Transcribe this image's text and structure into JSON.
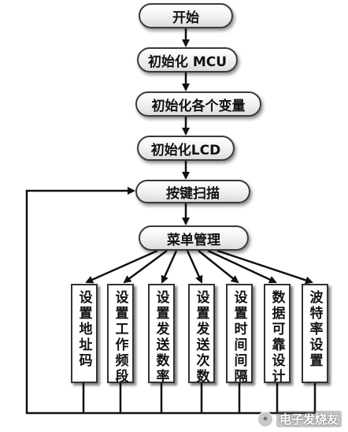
{
  "flowchart": {
    "start": "开始",
    "init_mcu": "初始化 MCU",
    "init_vars": "初始化各个变量",
    "init_lcd": "初始化LCD",
    "key_scan": "按键扫描",
    "menu": "菜单管理",
    "branches": [
      "设置地址码",
      "设置工作频段",
      "设置发送数率",
      "设置发送次数",
      "设置时间间隔",
      "数据可靠设计",
      "波特率设置"
    ]
  },
  "watermark": {
    "icon": "elecfans-logo-icon",
    "text": "电子发烧友"
  },
  "colors": {
    "line": "#111111",
    "pill_border": "#3a3a3a"
  }
}
